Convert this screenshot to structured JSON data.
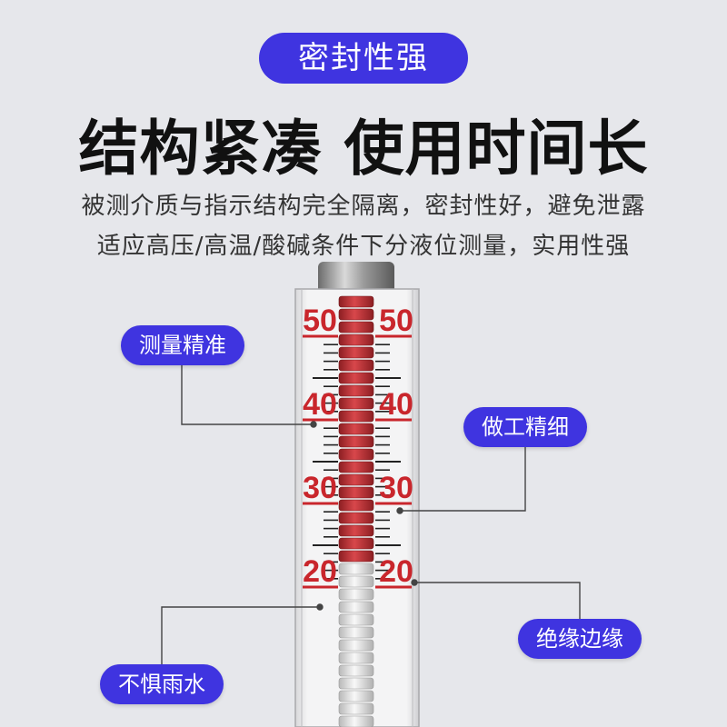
{
  "badge": "密封性强",
  "headline": "结构紧凑 使用时间长",
  "description": {
    "line1": "被测介质与指示结构完全隔离，密封性好，避免泄露",
    "line2": "适应高压/高温/酸碱条件下分液位测量，实用性强"
  },
  "features": {
    "precision": "测量精准",
    "craft": "做工精细",
    "insulation": "绝缘边缘",
    "waterproof": "不惧雨水"
  },
  "gauge": {
    "scale_labels": [
      "50",
      "40",
      "30",
      "20"
    ],
    "level_fraction_filled": 0.6
  },
  "colors": {
    "accent": "#3f34e0",
    "scale_red": "#c9262c"
  }
}
